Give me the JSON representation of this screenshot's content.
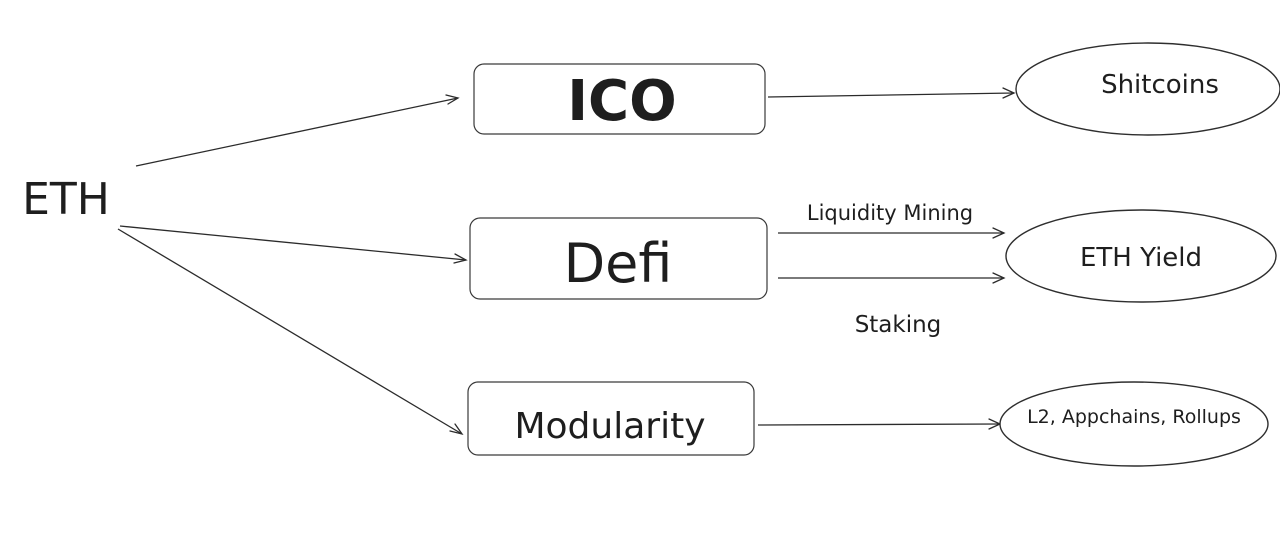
{
  "diagram": {
    "root": {
      "label": "ETH"
    },
    "boxes": {
      "ico": {
        "label": "ICO"
      },
      "defi": {
        "label": "Defi"
      },
      "modularity": {
        "label": "Modularity"
      }
    },
    "ellipses": {
      "shitcoins": {
        "label": "Shitcoins"
      },
      "eth_yield": {
        "label": "ETH Yield"
      },
      "l2": {
        "label": "L2, Appchains, Rollups"
      }
    },
    "edge_labels": {
      "liquidity_mining": "Liquidity Mining",
      "staking": "Staking"
    },
    "colors": {
      "stroke": "#2b2b2b",
      "text": "#1e1e1e",
      "background": "#ffffff"
    }
  }
}
